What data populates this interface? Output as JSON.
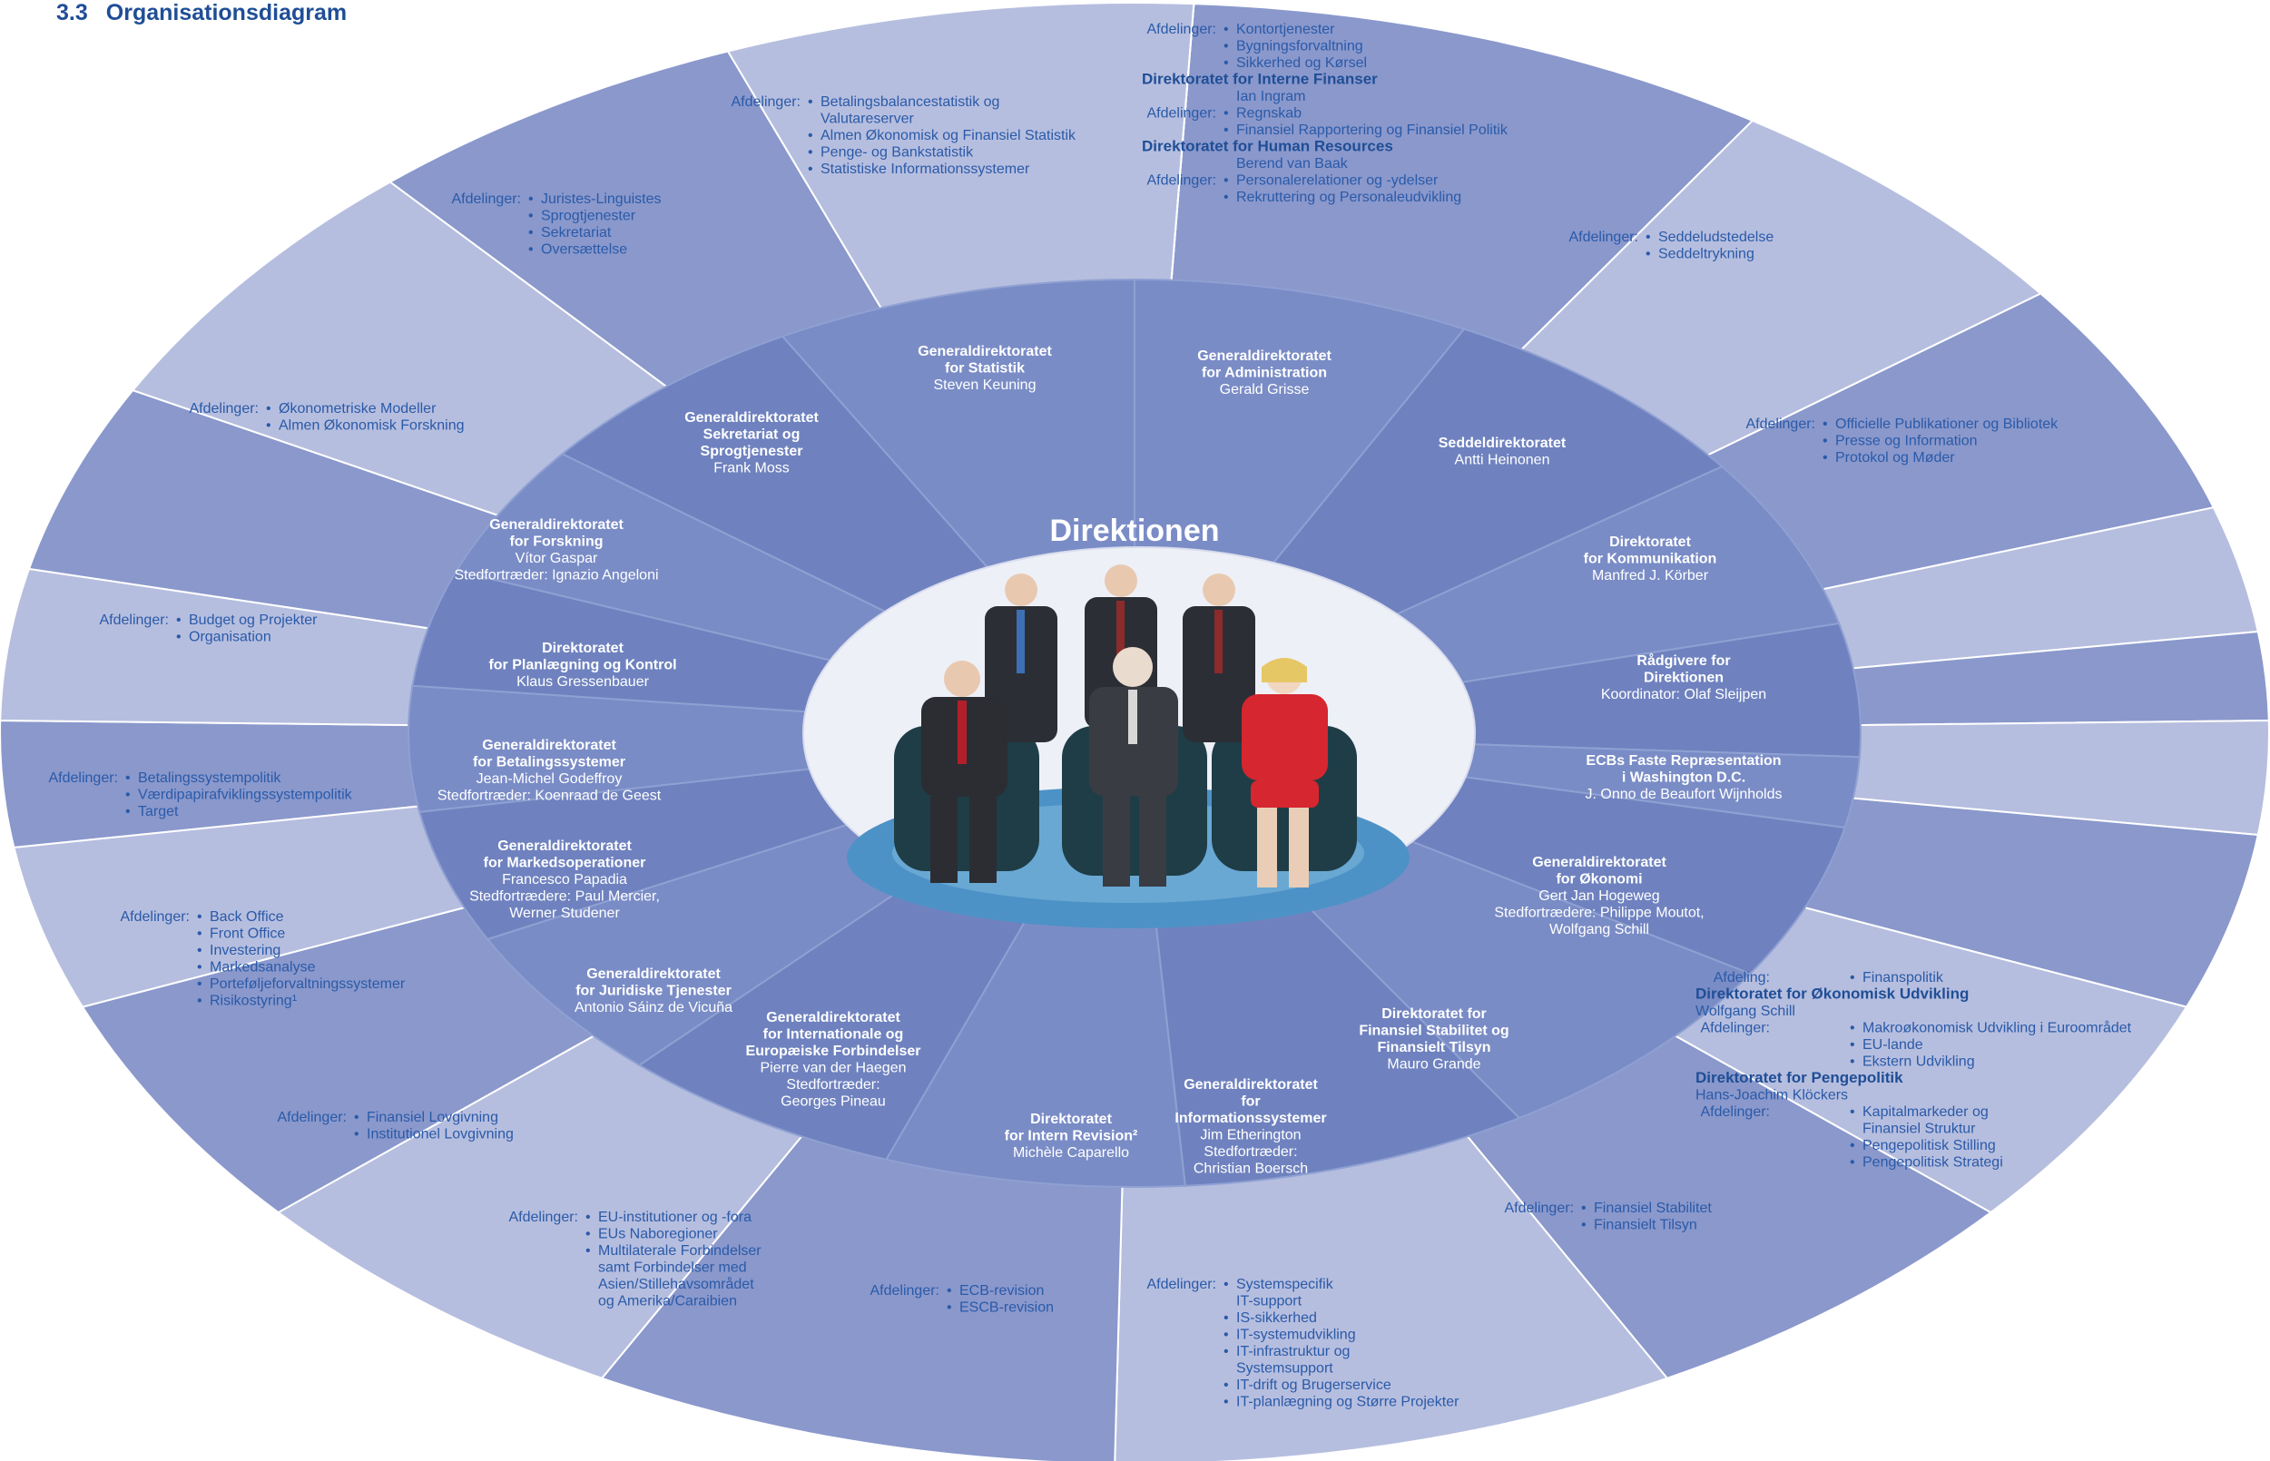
{
  "section": {
    "number": "3.3",
    "title": "Organisationsdiagram"
  },
  "center": {
    "title": "Direktionen"
  },
  "colors": {
    "outer_light": "#b6bedf",
    "outer_dark": "#8a98cc",
    "inner_ring": "#7688c4",
    "core": "#eef0f8",
    "accent_text": "#1f4e96",
    "white_text": "#ffffff"
  },
  "units": [
    {
      "title": [
        "Generaldirektoratet",
        "for Statistik"
      ],
      "lines": [
        "Steven Keuning"
      ]
    },
    {
      "title": [
        "Generaldirektoratet",
        "for Administration"
      ],
      "lines": [
        "Gerald Grisse"
      ]
    },
    {
      "title": [
        "Seddeldirektoratet"
      ],
      "lines": [
        "Antti Heinonen"
      ]
    },
    {
      "title": [
        "Direktoratet",
        "for Kommunikation"
      ],
      "lines": [
        "Manfred J. Körber"
      ]
    },
    {
      "title": [
        "Rådgivere for",
        "Direktionen"
      ],
      "lines": [
        "Koordinator: Olaf Sleijpen"
      ]
    },
    {
      "title": [
        "ECBs Faste Repræsentation",
        "i Washington D.C."
      ],
      "lines": [
        "J. Onno de Beaufort Wijnholds"
      ]
    },
    {
      "title": [
        "Generaldirektoratet",
        "for Økonomi"
      ],
      "lines": [
        "Gert Jan Hogeweg",
        "Stedfortrædere: Philippe Moutot,",
        "Wolfgang Schill"
      ]
    },
    {
      "title": [
        "Direktoratet for",
        "Finansiel Stabilitet og",
        "Finansielt Tilsyn"
      ],
      "lines": [
        "Mauro Grande"
      ]
    },
    {
      "title": [
        "Generaldirektoratet",
        "for",
        "Informationssystemer"
      ],
      "lines": [
        "Jim Etherington",
        "Stedfortræder:",
        "Christian Boersch"
      ]
    },
    {
      "title": [
        "Direktoratet",
        "for Intern Revision²"
      ],
      "lines": [
        "Michèle Caparello"
      ]
    },
    {
      "title": [
        "Generaldirektoratet",
        "for Internationale og",
        "Europæiske Forbindelser"
      ],
      "lines": [
        "Pierre van der Haegen",
        "Stedfortræder:",
        "Georges Pineau"
      ]
    },
    {
      "title": [
        "Generaldirektoratet",
        "for Juridiske Tjenester"
      ],
      "lines": [
        "Antonio Sáinz de Vicuña"
      ]
    },
    {
      "title": [
        "Generaldirektoratet",
        "for Markedsoperationer"
      ],
      "lines": [
        "Francesco Papadia",
        "Stedfortrædere: Paul Mercier,",
        "Werner Studener"
      ]
    },
    {
      "title": [
        "Generaldirektoratet",
        "for Betalingssystemer"
      ],
      "lines": [
        "Jean-Michel Godeffroy",
        "Stedfortræder: Koenraad de Geest"
      ]
    },
    {
      "title": [
        "Direktoratet",
        "for Planlægning og Kontrol"
      ],
      "lines": [
        "Klaus Gressenbauer"
      ]
    },
    {
      "title": [
        "Generaldirektoratet",
        "for Forskning"
      ],
      "lines": [
        "Vítor Gaspar",
        "Stedfortræder: Ignazio Angeloni"
      ]
    },
    {
      "title": [
        "Generaldirektoratet",
        "Sekretariat og",
        "Sprogtjenester"
      ],
      "lines": [
        "Frank Moss"
      ]
    }
  ],
  "divisions": [
    {
      "id": "statistik",
      "lines": [
        {
          "kind": "lead",
          "label": "Afdelinger:",
          "item": "Betalingsbalancestatistik og"
        },
        {
          "kind": "cont",
          "text": "Valutareserver"
        },
        {
          "kind": "item",
          "text": "Almen Økonomisk og Finansiel Statistik"
        },
        {
          "kind": "item",
          "text": "Penge- og Bankstatistik"
        },
        {
          "kind": "item",
          "text": "Statistiske Informationssystemer"
        }
      ]
    },
    {
      "id": "administration",
      "lines": [
        {
          "kind": "lead",
          "label": "Afdelinger:",
          "item": "Kontortjenester"
        },
        {
          "kind": "item",
          "text": "Bygningsforvaltning"
        },
        {
          "kind": "item",
          "text": "Sikkerhed og Kørsel"
        },
        {
          "kind": "heading",
          "text": "Direktoratet for Interne Finanser"
        },
        {
          "kind": "cont",
          "text": "Ian Ingram"
        },
        {
          "kind": "lead",
          "label": "Afdelinger:",
          "item": "Regnskab"
        },
        {
          "kind": "item",
          "text": "Finansiel Rapportering og Finansiel Politik"
        },
        {
          "kind": "heading",
          "text": "Direktoratet for Human Resources"
        },
        {
          "kind": "cont",
          "text": "Berend van Baak"
        },
        {
          "kind": "lead",
          "label": "Afdelinger:",
          "item": "Personalerelationer og -ydelser"
        },
        {
          "kind": "item",
          "text": "Rekruttering og Personaleudvikling"
        }
      ]
    },
    {
      "id": "seddel",
      "lines": [
        {
          "kind": "lead",
          "label": "Afdelinger:",
          "item": "Seddeludstedelse"
        },
        {
          "kind": "item",
          "text": "Seddeltrykning"
        }
      ]
    },
    {
      "id": "kommunikation",
      "lines": [
        {
          "kind": "lead",
          "label": "Afdelinger:",
          "item": "Officielle Publikationer og Bibliotek"
        },
        {
          "kind": "item",
          "text": "Presse og Information"
        },
        {
          "kind": "item",
          "text": "Protokol og Møder"
        }
      ]
    },
    {
      "id": "oekonomi",
      "lines": [
        {
          "kind": "lead",
          "label": "Afdeling:",
          "item": "Finanspolitik"
        },
        {
          "kind": "heading",
          "text": "Direktoratet for Økonomisk Udvikling"
        },
        {
          "kind": "plain",
          "text": "Wolfgang Schill"
        },
        {
          "kind": "lead",
          "label": "Afdelinger:",
          "item": "Makroøkonomisk Udvikling i Euroområdet"
        },
        {
          "kind": "item",
          "text": "EU-lande"
        },
        {
          "kind": "item",
          "text": "Ekstern Udvikling"
        },
        {
          "kind": "heading",
          "text": "Direktoratet for Pengepolitik"
        },
        {
          "kind": "plain",
          "text": "Hans-Joachim Klöckers"
        },
        {
          "kind": "lead",
          "label": "Afdelinger:",
          "item": "Kapitalmarkeder og"
        },
        {
          "kind": "cont",
          "text": "Finansiel Struktur"
        },
        {
          "kind": "item",
          "text": "Pengepolitisk Stilling"
        },
        {
          "kind": "item",
          "text": "Pengepolitisk Strategi"
        }
      ]
    },
    {
      "id": "stabilitet",
      "lines": [
        {
          "kind": "lead",
          "label": "Afdelinger:",
          "item": "Finansiel Stabilitet"
        },
        {
          "kind": "item",
          "text": "Finansielt Tilsyn"
        }
      ]
    },
    {
      "id": "it",
      "lines": [
        {
          "kind": "lead",
          "label": "Afdelinger:",
          "item": "Systemspecifik"
        },
        {
          "kind": "cont",
          "text": "IT-support"
        },
        {
          "kind": "item",
          "text": "IS-sikkerhed"
        },
        {
          "kind": "item",
          "text": "IT-systemudvikling"
        },
        {
          "kind": "item",
          "text": "IT-infrastruktur og"
        },
        {
          "kind": "cont",
          "text": "Systemsupport"
        },
        {
          "kind": "item",
          "text": "IT-drift og Brugerservice"
        },
        {
          "kind": "item",
          "text": "IT-planlægning og Større Projekter"
        }
      ]
    },
    {
      "id": "revision",
      "lines": [
        {
          "kind": "lead",
          "label": "Afdelinger:",
          "item": "ECB-revision"
        },
        {
          "kind": "item",
          "text": "ESCB-revision"
        }
      ]
    },
    {
      "id": "internationale",
      "lines": [
        {
          "kind": "lead",
          "label": "Afdelinger:",
          "item": "EU-institutioner og -fora"
        },
        {
          "kind": "item",
          "text": "EUs Naboregioner"
        },
        {
          "kind": "item",
          "text": "Multilaterale Forbindelser"
        },
        {
          "kind": "cont",
          "text": "samt Forbindelser med"
        },
        {
          "kind": "cont",
          "text": "Asien/Stillehavsområdet"
        },
        {
          "kind": "cont",
          "text": "og Amerika/Caraibien"
        }
      ]
    },
    {
      "id": "juridiske",
      "lines": [
        {
          "kind": "lead",
          "label": "Afdelinger:",
          "item": "Finansiel Lovgivning"
        },
        {
          "kind": "item",
          "text": "Institutionel Lovgivning"
        }
      ]
    },
    {
      "id": "marked",
      "lines": [
        {
          "kind": "lead",
          "label": "Afdelinger:",
          "item": "Back Office"
        },
        {
          "kind": "item",
          "text": "Front Office"
        },
        {
          "kind": "item",
          "text": "Investering"
        },
        {
          "kind": "item",
          "text": "Markedsanalyse"
        },
        {
          "kind": "item",
          "text": "Porteføljeforvaltningssystemer"
        },
        {
          "kind": "item",
          "text": "Risikostyring¹"
        }
      ]
    },
    {
      "id": "betaling",
      "lines": [
        {
          "kind": "lead",
          "label": "Afdelinger:",
          "item": "Betalingssystempolitik"
        },
        {
          "kind": "item",
          "text": "Værdipapirafviklingssystempolitik"
        },
        {
          "kind": "item",
          "text": "Target"
        }
      ]
    },
    {
      "id": "planlaegning",
      "lines": [
        {
          "kind": "lead",
          "label": "Afdelinger:",
          "item": "Budget og Projekter"
        },
        {
          "kind": "item",
          "text": "Organisation"
        }
      ]
    },
    {
      "id": "forskning",
      "lines": [
        {
          "kind": "lead",
          "label": "Afdelinger:",
          "item": "Økonometriske Modeller"
        },
        {
          "kind": "item",
          "text": "Almen Økonomisk Forskning"
        }
      ]
    },
    {
      "id": "sekretariat",
      "lines": [
        {
          "kind": "lead",
          "label": "Afdelinger:",
          "item": "Juristes-Linguistes"
        },
        {
          "kind": "item",
          "text": "Sprogtjenester"
        },
        {
          "kind": "item",
          "text": "Sekretariat"
        },
        {
          "kind": "item",
          "text": "Oversættelse"
        }
      ]
    }
  ]
}
